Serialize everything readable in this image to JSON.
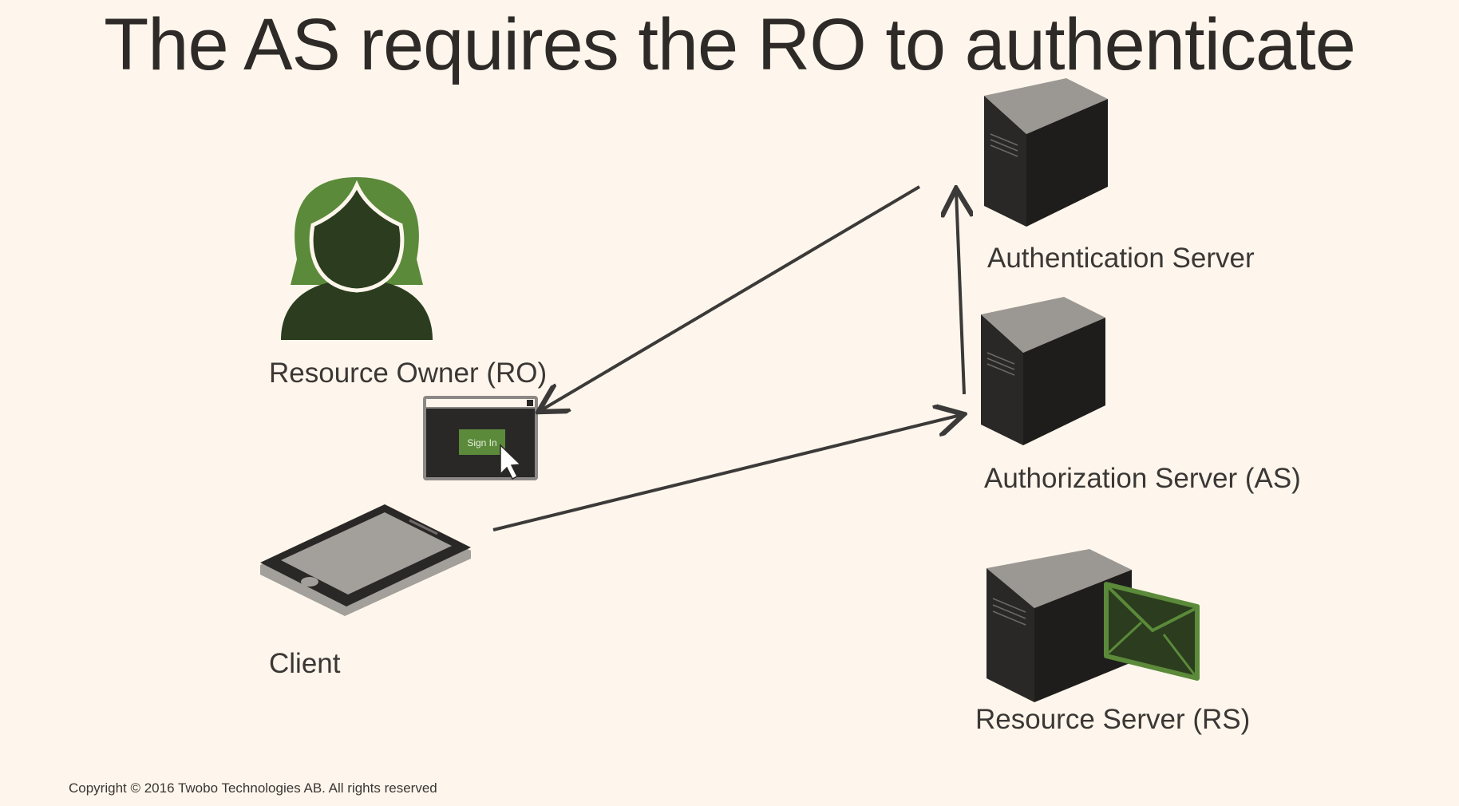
{
  "slide": {
    "title": "The AS requires the RO to authenticate",
    "copyright": "Copyright © 2016 Twobo Technologies AB. All rights reserved"
  },
  "nodes": {
    "resource_owner": "Resource Owner (RO)",
    "client": "Client",
    "authentication_server": "Authentication Server",
    "authorization_server": "Authorization Server (AS)",
    "resource_server": "Resource Server (RS)"
  },
  "login_window": {
    "button_label": "Sign In"
  },
  "colors": {
    "background": "#fef6ec",
    "accent_green": "#5b8a3a",
    "dark_green": "#2b3d1e",
    "server_dark": "#2a2826",
    "server_top": "#9b9894",
    "arrow": "#3c3a39"
  },
  "icons": {
    "resource_owner": "person-icon",
    "client": "tablet-icon",
    "login_window": "browser-window-icon",
    "cursor": "cursor-icon",
    "servers": "server-icon",
    "message": "envelope-icon"
  }
}
